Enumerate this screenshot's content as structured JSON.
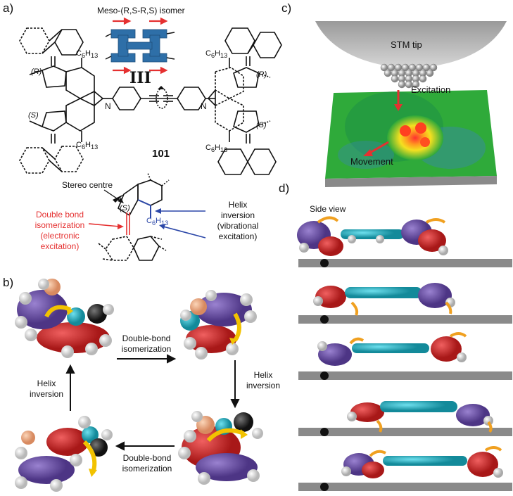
{
  "panels": {
    "a": "a)",
    "b": "b)",
    "c": "c)",
    "d": "d)"
  },
  "panel_a": {
    "isomer_title": "Meso-(R,S-R,S) isomer",
    "stereo_roman": "III",
    "compound_number": "101",
    "left_top_chirality": "(R)",
    "left_bottom_chirality": "(S)",
    "right_top_chirality": "(R)",
    "right_bottom_chirality": "(S)",
    "hexyl_c": "C",
    "hexyl_sub": "6",
    "hexyl_h": "H",
    "hexyl_sub2": "13",
    "nitrogen": "N",
    "stereo_centre": "Stereo centre",
    "double_bond_line1": "Double bond",
    "double_bond_line2": "isomerization",
    "double_bond_line3": "(electronic",
    "double_bond_line4": "excitation)",
    "helix_line1": "Helix",
    "helix_line2": "inversion",
    "helix_line3": "(vibrational",
    "helix_line4": "excitation)",
    "detail_chirality": "(S)"
  },
  "panel_b": {
    "step1_line1": "Double-bond",
    "step1_line2": "isomerization",
    "step2_line1": "Helix",
    "step2_line2": "inversion",
    "step3_line1": "Double-bond",
    "step3_line2": "isomerization",
    "step4_line1": "Helix",
    "step4_line2": "inversion"
  },
  "panel_c": {
    "tip_label": "STM tip",
    "excitation": "Excitation",
    "movement": "Movement"
  },
  "panel_d": {
    "side_view": "Side view"
  },
  "colors": {
    "red_arrow": "#e53030",
    "blue_arrow": "#2b47a8",
    "molecule_blue": "#2e6fa8",
    "cyan": "#26b5c9",
    "purple": "#6b4fa6",
    "red_atom": "#d42a2a",
    "yellow_arrow": "#f2c200",
    "orange_arrow": "#f0a020",
    "surface_grey": "#8a8a8a"
  }
}
